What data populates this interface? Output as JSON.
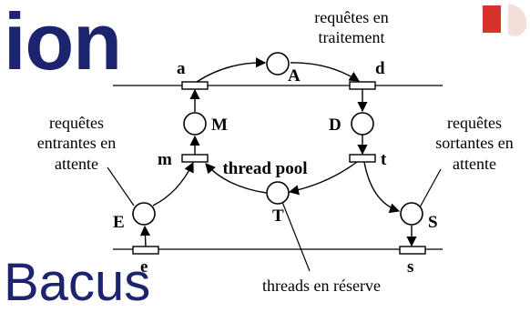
{
  "slide": {
    "title_fragment": "ion",
    "bottom_fragment": "Bacus"
  },
  "diagram": {
    "places": {
      "A": "A",
      "M": "M",
      "D": "D",
      "T": "T",
      "E": "E",
      "S": "S"
    },
    "transitions": {
      "a": "a",
      "d": "d",
      "m": "m",
      "t": "t",
      "e": "e",
      "s": "s"
    },
    "notes": {
      "processing_line1": "requêtes en",
      "processing_line2": "traitement",
      "incoming_line1": "requêtes",
      "incoming_line2": "entrantes en",
      "incoming_line3": "attente",
      "outgoing_line1": "requêtes",
      "outgoing_line2": "sortantes en",
      "outgoing_line3": "attente",
      "pool_label": "thread pool",
      "reserve_label": "threads en réserve"
    }
  },
  "colors": {
    "title": "#1c2470",
    "logo_red": "#d8332a"
  }
}
